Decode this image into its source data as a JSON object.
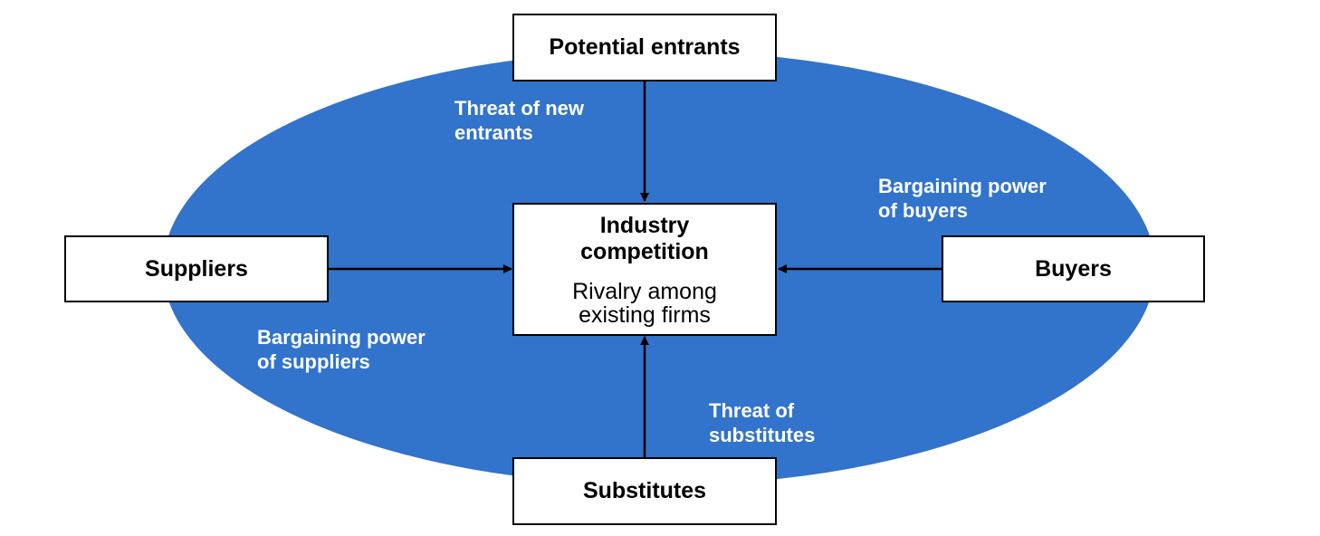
{
  "colors": {
    "ellipse": "#3273CB",
    "box_fill": "#FFFFFF",
    "stroke": "#000000",
    "label_text": "#FFFFFF"
  },
  "boxes": {
    "potential_entrants": "Potential entrants",
    "suppliers": "Suppliers",
    "buyers": "Buyers",
    "substitutes": "Substitutes",
    "industry": {
      "title_line1": "Industry",
      "title_line2": "competition",
      "sub_line1": "Rivalry among",
      "sub_line2": "existing firms"
    }
  },
  "labels": {
    "new_entrants": [
      "Threat of new",
      "entrants"
    ],
    "buyers_power": [
      "Bargaining power",
      "of buyers"
    ],
    "suppliers_power": [
      "Bargaining power",
      "of suppliers"
    ],
    "substitutes_threat": [
      "Threat of",
      "substitutes"
    ]
  }
}
